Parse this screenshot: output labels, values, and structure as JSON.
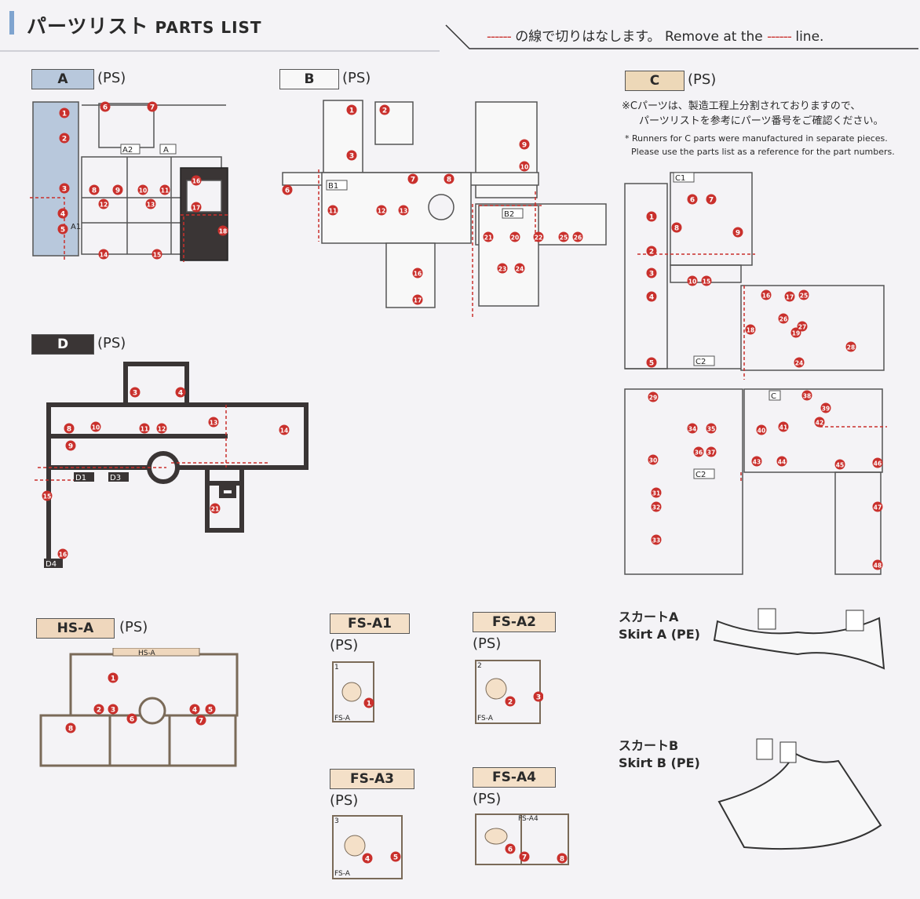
{
  "header": {
    "title_jp": "パーツリスト",
    "title_en": "PARTS LIST",
    "remove_dash": "------",
    "remove_jp": "の線で切りはなします。",
    "remove_en1": "Remove at the",
    "remove_en2": "line."
  },
  "runners": {
    "A": {
      "label": "A",
      "ps": "(PS)",
      "sub1": "A2",
      "sub2": "A",
      "sub3": "A1"
    },
    "B": {
      "label": "B",
      "ps": "(PS)",
      "sub1": "B1",
      "sub2": "B2"
    },
    "C": {
      "label": "C",
      "ps": "(PS)",
      "note_jp1": "※Cパーツは、製造工程上分割されておりますので、",
      "note_jp2": "パーツリストを参考にパーツ番号をご確認ください。",
      "note_en1": "* Runners for C parts were manufactured in separate pieces.",
      "note_en2": "Please use the parts list as a reference for the part numbers.",
      "sub1": "C1",
      "sub2": "C2",
      "sub3": "C",
      "sub4": "C2"
    },
    "D": {
      "label": "D",
      "ps": "(PS)",
      "sub1": "D1",
      "sub2": "D3",
      "sub3": "D4"
    },
    "HS_A": {
      "label": "HS-A",
      "ps": "(PS)",
      "tag": "HS-A"
    },
    "FS_A1": {
      "label": "FS-A1",
      "ps": "(PS)",
      "num": "1",
      "tag": "FS-A"
    },
    "FS_A2": {
      "label": "FS-A2",
      "ps": "(PS)",
      "num": "2",
      "tag": "FS-A"
    },
    "FS_A3": {
      "label": "FS-A3",
      "ps": "(PS)",
      "num": "3",
      "tag": "FS-A"
    },
    "FS_A4": {
      "label": "FS-A4",
      "ps": "(PS)",
      "tag": "FS-A4"
    }
  },
  "skirts": {
    "A": {
      "jp": "スカートA",
      "en": "Skirt A (PE)"
    },
    "B": {
      "jp": "スカートB",
      "en": "Skirt B (PE)"
    }
  },
  "colors": {
    "A": "#b8c8dc",
    "B": "#f2f2f2",
    "C": "#edd8b8",
    "D": "#3a3535",
    "HS": "#efd7bd",
    "FS": "#f4e0c8",
    "marker": "#c9302c"
  },
  "parts": {
    "A": [
      "1",
      "2",
      "3",
      "4",
      "5",
      "6",
      "7",
      "8",
      "9",
      "10",
      "11",
      "12",
      "13",
      "14",
      "15",
      "16",
      "17",
      "18"
    ],
    "B": [
      "1",
      "2",
      "3",
      "6",
      "7",
      "8",
      "9",
      "10",
      "11",
      "12",
      "13",
      "16",
      "17",
      "20",
      "21",
      "22",
      "23",
      "24",
      "25",
      "26"
    ],
    "C": [
      "1",
      "2",
      "3",
      "4",
      "5",
      "6",
      "7",
      "8",
      "9",
      "10",
      "15",
      "16",
      "17",
      "18",
      "19",
      "24",
      "25",
      "26",
      "27",
      "28",
      "29",
      "30",
      "31",
      "32",
      "33",
      "34",
      "35",
      "36",
      "37",
      "38",
      "39",
      "40",
      "41",
      "42",
      "43",
      "44",
      "45",
      "46",
      "47",
      "48"
    ],
    "D": [
      "3",
      "4",
      "8",
      "9",
      "10",
      "11",
      "12",
      "13",
      "14",
      "15",
      "16",
      "21"
    ],
    "HS_A": [
      "1",
      "2",
      "3",
      "4",
      "5",
      "6",
      "7",
      "8"
    ],
    "FS_A1": [
      "1"
    ],
    "FS_A2": [
      "2",
      "3"
    ],
    "FS_A3": [
      "4",
      "5"
    ],
    "FS_A4": [
      "6",
      "7",
      "8"
    ]
  }
}
